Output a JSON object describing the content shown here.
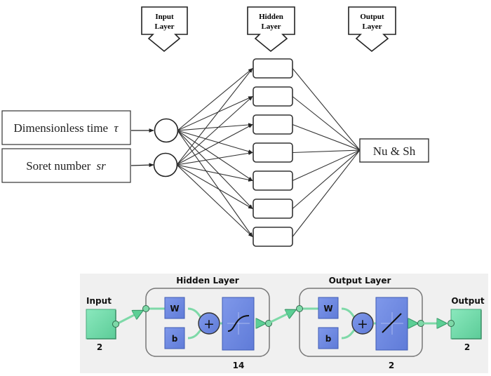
{
  "top_diagram": {
    "layer_callouts": [
      {
        "id": "input",
        "line1": "Input",
        "line2": "Layer"
      },
      {
        "id": "hidden",
        "line1": "Hidden",
        "line2": "Layer"
      },
      {
        "id": "output",
        "line1": "Output",
        "line2": "Layer"
      }
    ],
    "inputs": [
      {
        "label": "Dimensionless time",
        "symbol": "τ"
      },
      {
        "label": "Soret number",
        "symbol": "sr"
      }
    ],
    "hidden_node_count": 7,
    "output": {
      "label": "Nu & Sh"
    }
  },
  "matlab_view": {
    "input": {
      "title": "Input",
      "size": "2"
    },
    "hidden_layer": {
      "title": "Hidden Layer",
      "weight_label": "W",
      "bias_label": "b",
      "sum_symbol": "+",
      "transfer": "tansig",
      "size": "14"
    },
    "output_layer": {
      "title": "Output Layer",
      "weight_label": "W",
      "bias_label": "b",
      "sum_symbol": "+",
      "transfer": "purelin",
      "size": "2"
    },
    "output": {
      "title": "Output",
      "size": "2"
    },
    "colors": {
      "panel_bg": "#f0f0f0",
      "io_green": "#6fdcab",
      "block_blue": "#6b86e0",
      "connector_green": "#7ed9a8"
    }
  }
}
